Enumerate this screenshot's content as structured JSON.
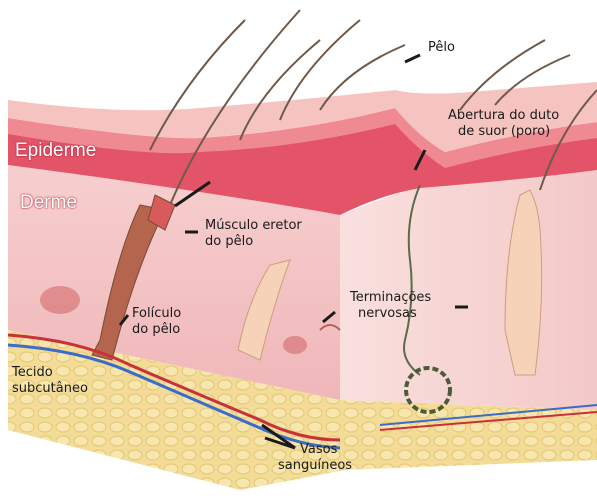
{
  "labels": {
    "pelo": "Pêlo",
    "abertura": [
      "Abertura do duto",
      "de suor (poro)"
    ],
    "epiderme": "Epiderme",
    "derme": "Derme",
    "musculo": [
      "Músculo eretor",
      "do pêlo"
    ],
    "terminacoes": [
      "Terminações",
      "nervosas"
    ],
    "foliculo": [
      "Folículo",
      "do pêlo"
    ],
    "tecido": [
      "Tecido",
      "subcutâneo"
    ],
    "vasos": [
      "Vasos",
      "sanguíneos"
    ]
  },
  "colors": {
    "epidermis": "#e0566a",
    "dermis": "#f4c2c2",
    "subcutaneous": "#f1d98f",
    "artery": "#c8313a",
    "vein": "#3a6cc8",
    "hair": "#7a5a3a"
  }
}
